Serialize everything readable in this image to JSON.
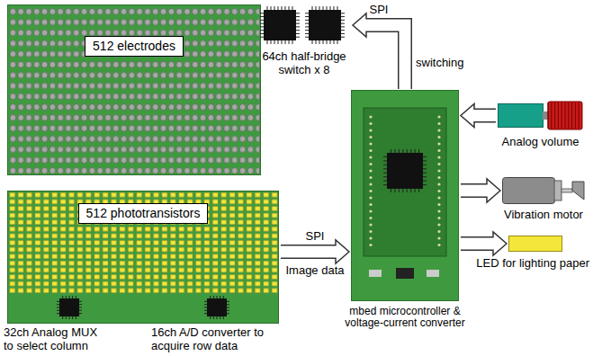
{
  "diagram": {
    "nodes": [
      {
        "text": [
          "512 electrodes"
        ]
      },
      {
        "text": [
          "64ch half-bridge switch x 8"
        ]
      },
      {
        "text": [
          "512 phototransistors"
        ]
      },
      {
        "text": [
          "mbed microcontroller & voltage-current converter"
        ]
      },
      {
        "text": [
          "Analog volume"
        ]
      },
      {
        "text": [
          "Vibration motor"
        ]
      },
      {
        "text": [
          "LED for lighting paper"
        ]
      }
    ],
    "edges": [
      {
        "from": 3,
        "to": 1,
        "arrow": "to",
        "label": "SPI"
      },
      {
        "from": 2,
        "to": 3,
        "arrow": "to",
        "label": "SPI"
      },
      {
        "from": 4,
        "to": 3,
        "arrow": "to"
      },
      {
        "from": 3,
        "to": 5,
        "arrow": "to"
      },
      {
        "from": 3,
        "to": 6,
        "arrow": "to"
      }
    ],
    "labels": [
      "switching",
      "Image data",
      "32ch Analog MUX to select column",
      "16ch A/D converter to acquire row data"
    ]
  }
}
